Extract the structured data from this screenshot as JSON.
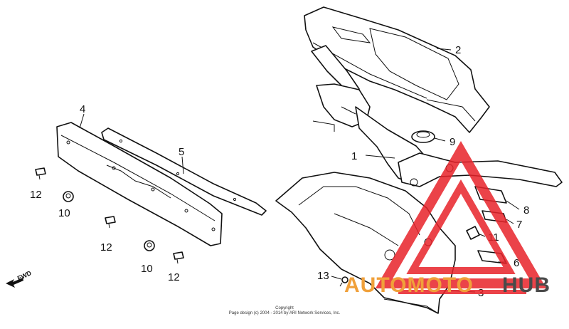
{
  "diagram": {
    "callouts": {
      "c1": "1",
      "c2": "2",
      "c3": "3",
      "c4": "4",
      "c5": "5",
      "c6": "6",
      "c7": "7",
      "c8": "8",
      "c9": "9",
      "c10a": "10",
      "c10b": "10",
      "c11": "11",
      "c12a": "12",
      "c12b": "12",
      "c12c": "12",
      "c13": "13"
    },
    "fwd_label": "FWD",
    "copyright_line1": "Copyright",
    "copyright_line2": "Page design (c) 2004 - 2014 by ARI Network Services, Inc.",
    "watermark": {
      "auto_text": "AUTOMOTO",
      "hub_text": "HUB",
      "triangle_color": "#e8232a",
      "auto_color": "#f0a03a",
      "hub_color": "#4a4a4a"
    }
  }
}
